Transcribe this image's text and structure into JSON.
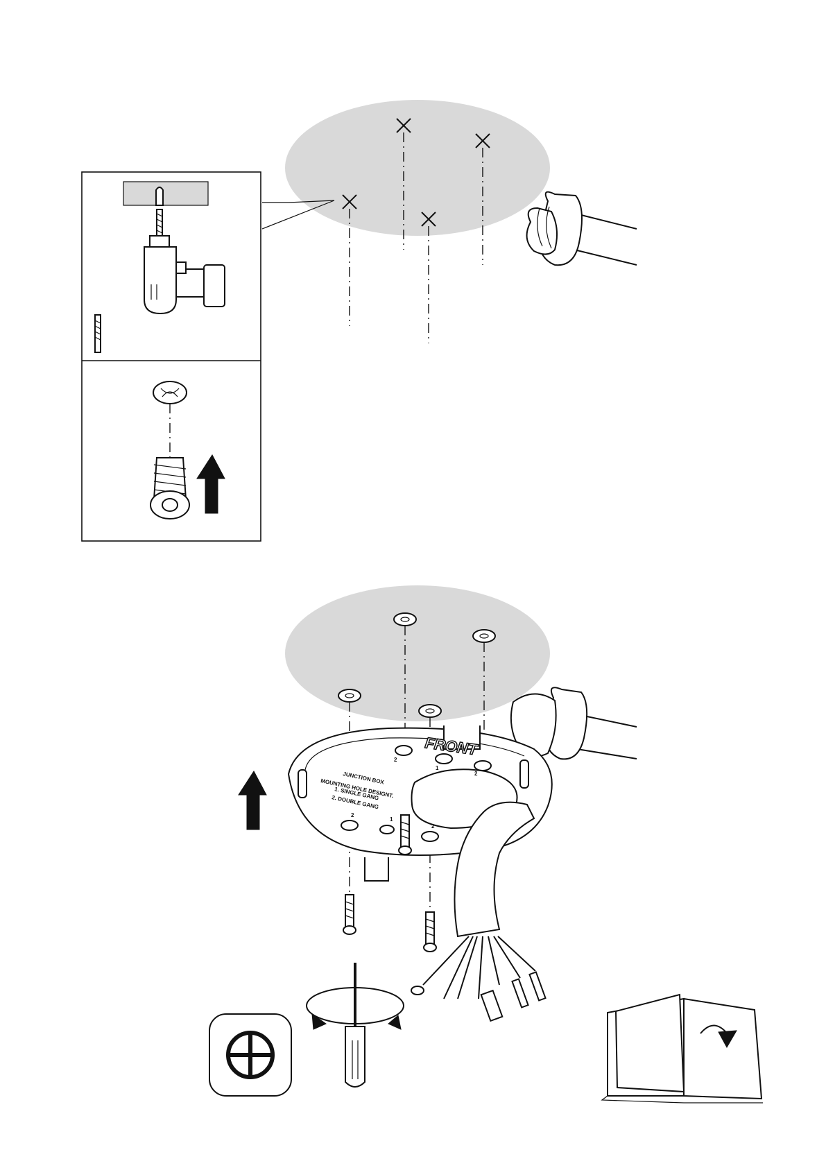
{
  "page": {
    "kind": "assembly-instructions",
    "steps": [
      {
        "id": "drill-and-anchor"
      },
      {
        "id": "mount-bracket"
      }
    ]
  },
  "mounting_plate": {
    "logo_text": "FRONT",
    "lines": [
      "JUNCTION BOX",
      "MOUNTING HOLE DESIGNT.",
      "1. SINGLE GANG",
      "2. DOUBLE GANG"
    ],
    "hole_numbers": [
      "2",
      "1",
      "2",
      "2",
      "1",
      "2"
    ]
  },
  "icons": {
    "tool": "phillips-screwdriver-icon",
    "direction": "push-up-arrow-icon",
    "manual": "turn-page-icon"
  }
}
